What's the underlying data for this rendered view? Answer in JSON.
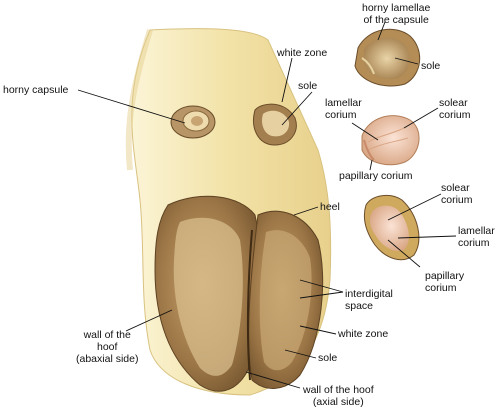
{
  "labels": {
    "horny_lamellae": "horny lamellae\nof the capsule",
    "sole_top": "sole",
    "white_zone_top": "white zone",
    "sole_mid": "sole",
    "horny_capsule": "horny capsule",
    "lamellar_corium_1": "lamellar\ncorium",
    "solear_corium_1": "solear\ncorium",
    "papillary_corium_1": "papillary corium",
    "heel": "heel",
    "solear_corium_2": "solear\ncorium",
    "lamellar_corium_2": "lamellar\ncorium",
    "papillary_corium_2": "papillary\ncorium",
    "interdigital_space": "interdigital\nspace",
    "white_zone_bottom": "white zone",
    "wall_abaxial": "wall of the\nhoof\n(abaxial side)",
    "sole_bottom": "sole",
    "wall_axial": "wall of the hoof\n(axial side)"
  },
  "colors": {
    "leg": "#f1e2a8",
    "horn_dark": "#8a6a3e",
    "horn_mid": "#b08a58",
    "horn_light": "#d4b98a",
    "corium_pink": "#f0c7b2",
    "line": "#111111"
  }
}
